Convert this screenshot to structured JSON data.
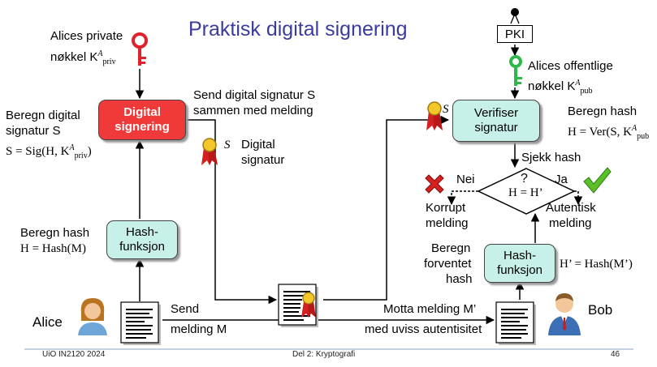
{
  "title": "Praktisk digital signering",
  "private_key": {
    "line1": "Alices private",
    "line2": "nøkkel K",
    "sup": "A",
    "sub": "priv"
  },
  "public_key": {
    "line1": "Alices offentlige",
    "line2": "nøkkel K",
    "sup": "A",
    "sub": "pub"
  },
  "pki_label": "PKI",
  "sign_box": {
    "line1": "Digital",
    "line2": "signering"
  },
  "verify_box": {
    "line1": "Verifiser",
    "line2": "signatur"
  },
  "hash_box_left": {
    "line1": "Hash-",
    "line2": "funksjon"
  },
  "hash_box_right": {
    "line1": "Hash-",
    "line2": "funksjon"
  },
  "compute_signature": {
    "line1": "Beregn digital",
    "line2": "signatur S",
    "formula": "S = Sig(H, K"
  },
  "compute_hash_left": {
    "line1": "Beregn hash",
    "formula": "H = Hash(M)"
  },
  "send_signature": {
    "line1": "Send digital signatur S",
    "line2": "sammen med melding"
  },
  "digital_signature": {
    "sym": "S",
    "line1": "Digital",
    "line2": "signatur"
  },
  "verify_sym": "S",
  "compute_hash_right": {
    "line1": "Beregn hash",
    "formula": "H = Ver(S, K"
  },
  "check_hash": "Sjekk hash",
  "decision": {
    "q": "?",
    "formula": "H = H’"
  },
  "no_label": "Nei",
  "yes_label": "Ja",
  "corrupt": {
    "line1": "Korrupt",
    "line2": "melding"
  },
  "authentic": {
    "line1": "Autentisk",
    "line2": "melding"
  },
  "expected_hash": {
    "line1": "Beregn",
    "line2": "forventet",
    "line3": "hash"
  },
  "expected_formula": "H’ = Hash(M’)",
  "alice": "Alice",
  "bob": "Bob",
  "send_message": {
    "line1": "Send",
    "line2": "melding M"
  },
  "receive_message": {
    "line1": "Motta melding M’",
    "line2": "med uviss autentisitet"
  },
  "footer": {
    "left": "UiO IN2120 2024",
    "center": "Del 2: Kryptografi",
    "page": "46"
  },
  "colors": {
    "title": "#3b3b9e",
    "sign_box": "#f03a3a",
    "func_box": "#c6f0e8",
    "key_red": "#e0202a",
    "key_green": "#2fb84a",
    "check": "#5ac02a",
    "cross": "#d82020"
  }
}
